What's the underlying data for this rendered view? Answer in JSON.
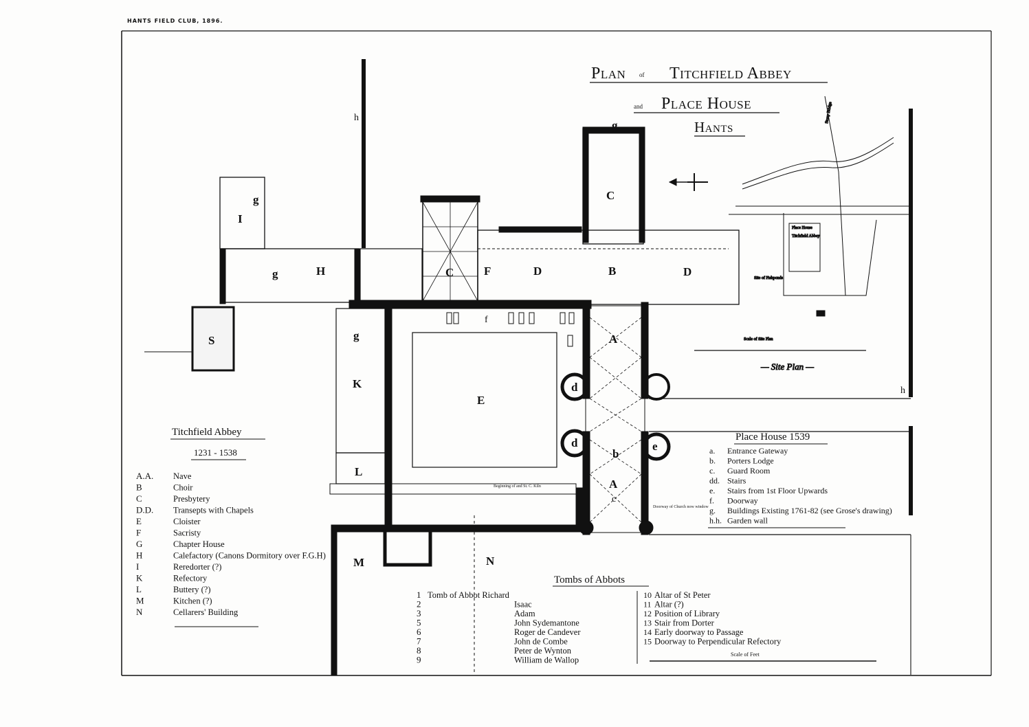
{
  "header": "HANTS FIELD CLUB, 1896.",
  "title": {
    "line1_a": "Plan",
    "line1_of": "of",
    "line1_b": "Titchfield Abbey",
    "line2_and": "and",
    "line2_b": "Place House",
    "line3": "Hants"
  },
  "rooms": {
    "C": "C",
    "C2": "C",
    "F": "F",
    "D1": "D",
    "B": "B",
    "D2": "D",
    "H": "H",
    "I": "I",
    "K": "K",
    "E": "E",
    "L": "L",
    "M": "M",
    "N": "N",
    "A1": "A",
    "A2": "A",
    "S": "S",
    "d1": "d",
    "d2": "d",
    "b": "b",
    "e": "e",
    "c": "c",
    "f": "f",
    "g1": "g",
    "g2": "g",
    "g3": "g",
    "g4": "g",
    "h1": "h",
    "h2": "h"
  },
  "site_plan": {
    "scale_label": "Scale of Site Plan",
    "title": "— Site Plan —",
    "place_house": "Place House",
    "titchfield_abbey": "Titchfield Abbey",
    "site_of_fishponds": "Site of Fishponds",
    "rivers": "Stony Bridge"
  },
  "legend_abbey": {
    "title": "Titchfield Abbey",
    "dates": "1231 - 1538",
    "items": [
      {
        "key": "A.A.",
        "label": "Nave"
      },
      {
        "key": "B",
        "label": "Choir"
      },
      {
        "key": "C",
        "label": "Presbytery"
      },
      {
        "key": "D.D.",
        "label": "Transepts with Chapels"
      },
      {
        "key": "E",
        "label": "Cloister"
      },
      {
        "key": "F",
        "label": "Sacristy"
      },
      {
        "key": "G",
        "label": "Chapter House"
      },
      {
        "key": "H",
        "label": "Calefactory (Canons Dormitory over F.G.H)"
      },
      {
        "key": "I",
        "label": "Reredorter (?)"
      },
      {
        "key": "K",
        "label": "Refectory"
      },
      {
        "key": "L",
        "label": "Buttery (?)"
      },
      {
        "key": "M",
        "label": "Kitchen (?)"
      },
      {
        "key": "N",
        "label": "Cellarers' Building"
      }
    ]
  },
  "legend_place": {
    "title": "Place House 1539",
    "items": [
      {
        "key": "a.",
        "label": "Entrance Gateway"
      },
      {
        "key": "b.",
        "label": "Porters Lodge"
      },
      {
        "key": "c.",
        "label": "Guard Room"
      },
      {
        "key": "dd.",
        "label": "Stairs"
      },
      {
        "key": "e.",
        "label": "Stairs from 1st Floor Upwards"
      },
      {
        "key": "f.",
        "label": "Doorway"
      },
      {
        "key": "g.",
        "label": "Buildings Existing 1761-82 (see Grose's drawing)"
      },
      {
        "key": "h.h.",
        "label": "Garden wall"
      }
    ]
  },
  "tombs": {
    "title": "Tombs of Abbots",
    "left": [
      {
        "n": "1",
        "label": "Tomb of Abbot Richard"
      },
      {
        "n": "2",
        "label": "Isaac"
      },
      {
        "n": "3",
        "label": "Adam"
      },
      {
        "n": "5",
        "label": "John Sydemantone"
      },
      {
        "n": "6",
        "label": "Roger de Candever"
      },
      {
        "n": "7",
        "label": "John de Combe"
      },
      {
        "n": "8",
        "label": "Peter de Wynton"
      },
      {
        "n": "9",
        "label": "William de Wallop"
      }
    ],
    "right": [
      {
        "n": "10",
        "label": "Altar of St Peter"
      },
      {
        "n": "11",
        "label": "Altar (?)"
      },
      {
        "n": "12",
        "label": "Position of Library"
      },
      {
        "n": "13",
        "label": "Stair from Dorter"
      },
      {
        "n": "14",
        "label": "Early doorway to Passage"
      },
      {
        "n": "15",
        "label": "Doorway to Perpendicular Refectory"
      }
    ],
    "scale": "Scale of Feet"
  },
  "notes": {
    "beginning": "Beginning of and St. C. Kiln",
    "doorway": "Doorway of Church now window"
  }
}
